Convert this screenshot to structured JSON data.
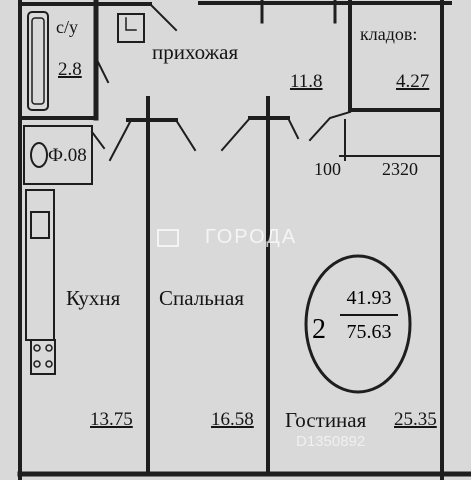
{
  "rooms": {
    "bathroom_label": "с/у",
    "bathroom_area": "2.8",
    "hallway_label": "прихожая",
    "hallway_area": "11.8",
    "storage_label": "кладов:",
    "storage_area": "4.27",
    "toilet_area": "Ф.08",
    "kitchen_label": "Кухня",
    "kitchen_area": "13.75",
    "bedroom_label": "Спальная",
    "bedroom_area": "16.58",
    "living_label": "Гостиная",
    "living_area": "25.35"
  },
  "dimensions": {
    "dim_100": "100",
    "dim_2320": "2320"
  },
  "summary": {
    "rooms_count": "2",
    "living_area": "41.93",
    "total_area": "75.63"
  },
  "watermark": {
    "text": "ГОРОДА",
    "id_text": "D1350892"
  }
}
